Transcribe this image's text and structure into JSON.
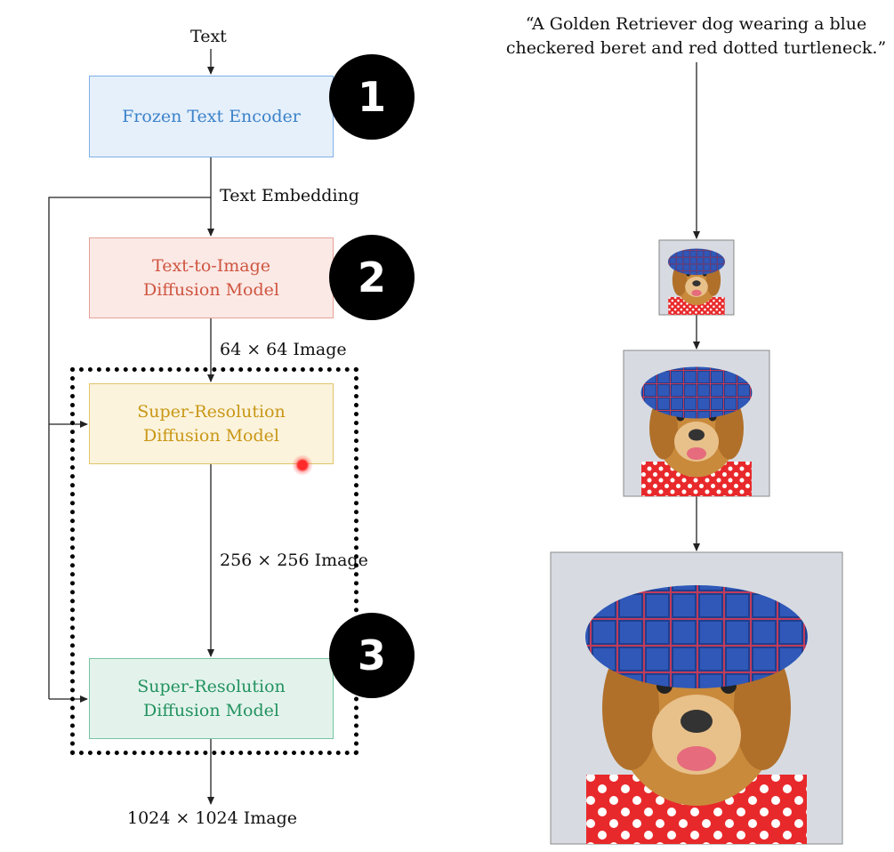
{
  "input_label": "Text",
  "blocks": {
    "frozen_text_encoder": "Frozen Text Encoder",
    "text_to_image_line1": "Text-to-Image",
    "text_to_image_line2": "Diffusion Model",
    "super_res_1_line1": "Super-Resolution",
    "super_res_1_line2": "Diffusion Model",
    "super_res_2_line1": "Super-Resolution",
    "super_res_2_line2": "Diffusion Model"
  },
  "edge_labels": {
    "text_embedding": "Text Embedding",
    "image_64": "64 × 64 Image",
    "image_256": "256 × 256 Image",
    "image_1024": "1024 × 1024 Image"
  },
  "badges": [
    "1",
    "2",
    "3"
  ],
  "prompt": {
    "line1": "“A Golden Retriever dog wearing a blue",
    "line2": "checkered beret and red dotted turtleneck.”"
  },
  "colors": {
    "encoder": "#3b82c9",
    "text_to_image": "#cf5540",
    "super_res_1": "#c99716",
    "super_res_2": "#23925f"
  }
}
